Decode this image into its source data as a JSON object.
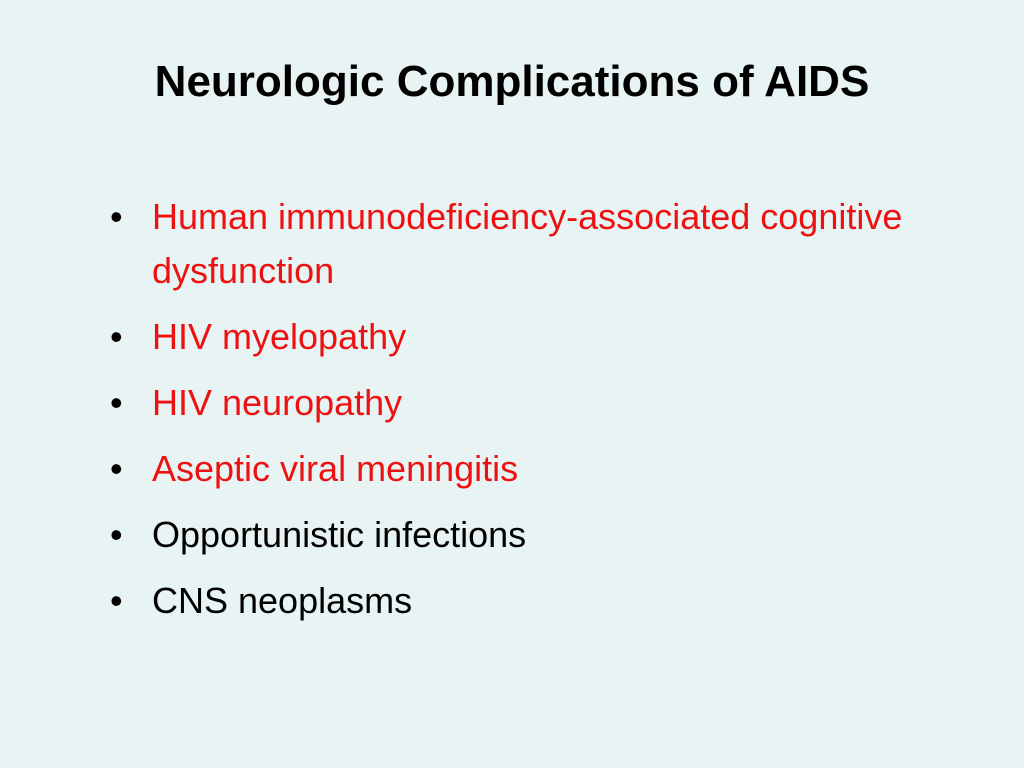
{
  "slide": {
    "title": "Neurologic Complications of AIDS",
    "bullet_glyph": "•",
    "bullets": [
      {
        "text": "Human immunodeficiency-associated cognitive dysfunction",
        "color": "#ee1111"
      },
      {
        "text": "HIV myelopathy",
        "color": "#ee1111"
      },
      {
        "text": "HIV neuropathy",
        "color": "#ee1111"
      },
      {
        "text": "Aseptic viral meningitis",
        "color": "#ee1111"
      },
      {
        "text": "Opportunistic infections",
        "color": "#000000"
      },
      {
        "text": "CNS neoplasms",
        "color": "#000000"
      }
    ]
  }
}
